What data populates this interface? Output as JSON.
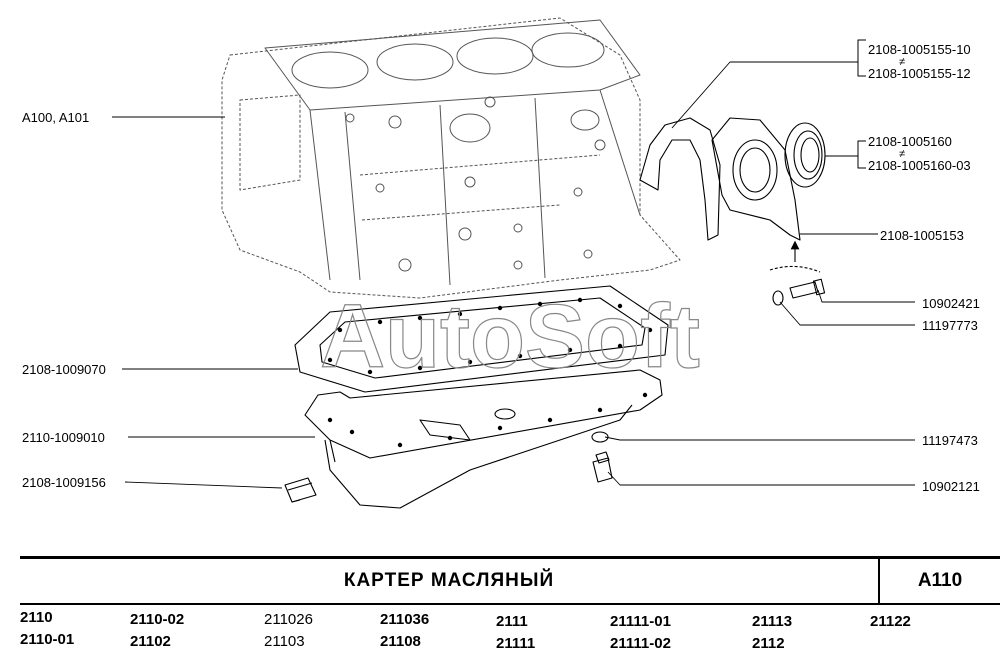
{
  "callouts": {
    "block": "A100, A101",
    "oil_seal_holder_gasket_a": "2108-1005155-10",
    "oil_seal_holder_gasket_b": "2108-1005155-12",
    "seal_a": "2108-1005160",
    "seal_b": "2108-1005160-03",
    "seal_holder": "2108-1005153",
    "bolt_holder": "10902421",
    "washer_holder": "11197773",
    "pan_gasket": "2108-1009070",
    "oil_pan": "2110-1009010",
    "drain_plug": "2108-1009156",
    "washer_pan": "11197473",
    "bolt_pan": "10902121",
    "alt_mark": "≠"
  },
  "watermark": "AutoSoft",
  "title": {
    "name": "КАРТЕР   МАСЛЯНЫЙ",
    "code": "A110"
  },
  "models": {
    "m1": "2110",
    "m2": "2110-01",
    "m3": "2110-02",
    "m4": "21102",
    "m5": "211026",
    "m6": "21103",
    "m7": "211036",
    "m8": "21108",
    "m9": "2111",
    "m10": "21111",
    "m11": "21111-01",
    "m12": "21111-02",
    "m13": "21113",
    "m14": "2112",
    "m15": "21122"
  }
}
